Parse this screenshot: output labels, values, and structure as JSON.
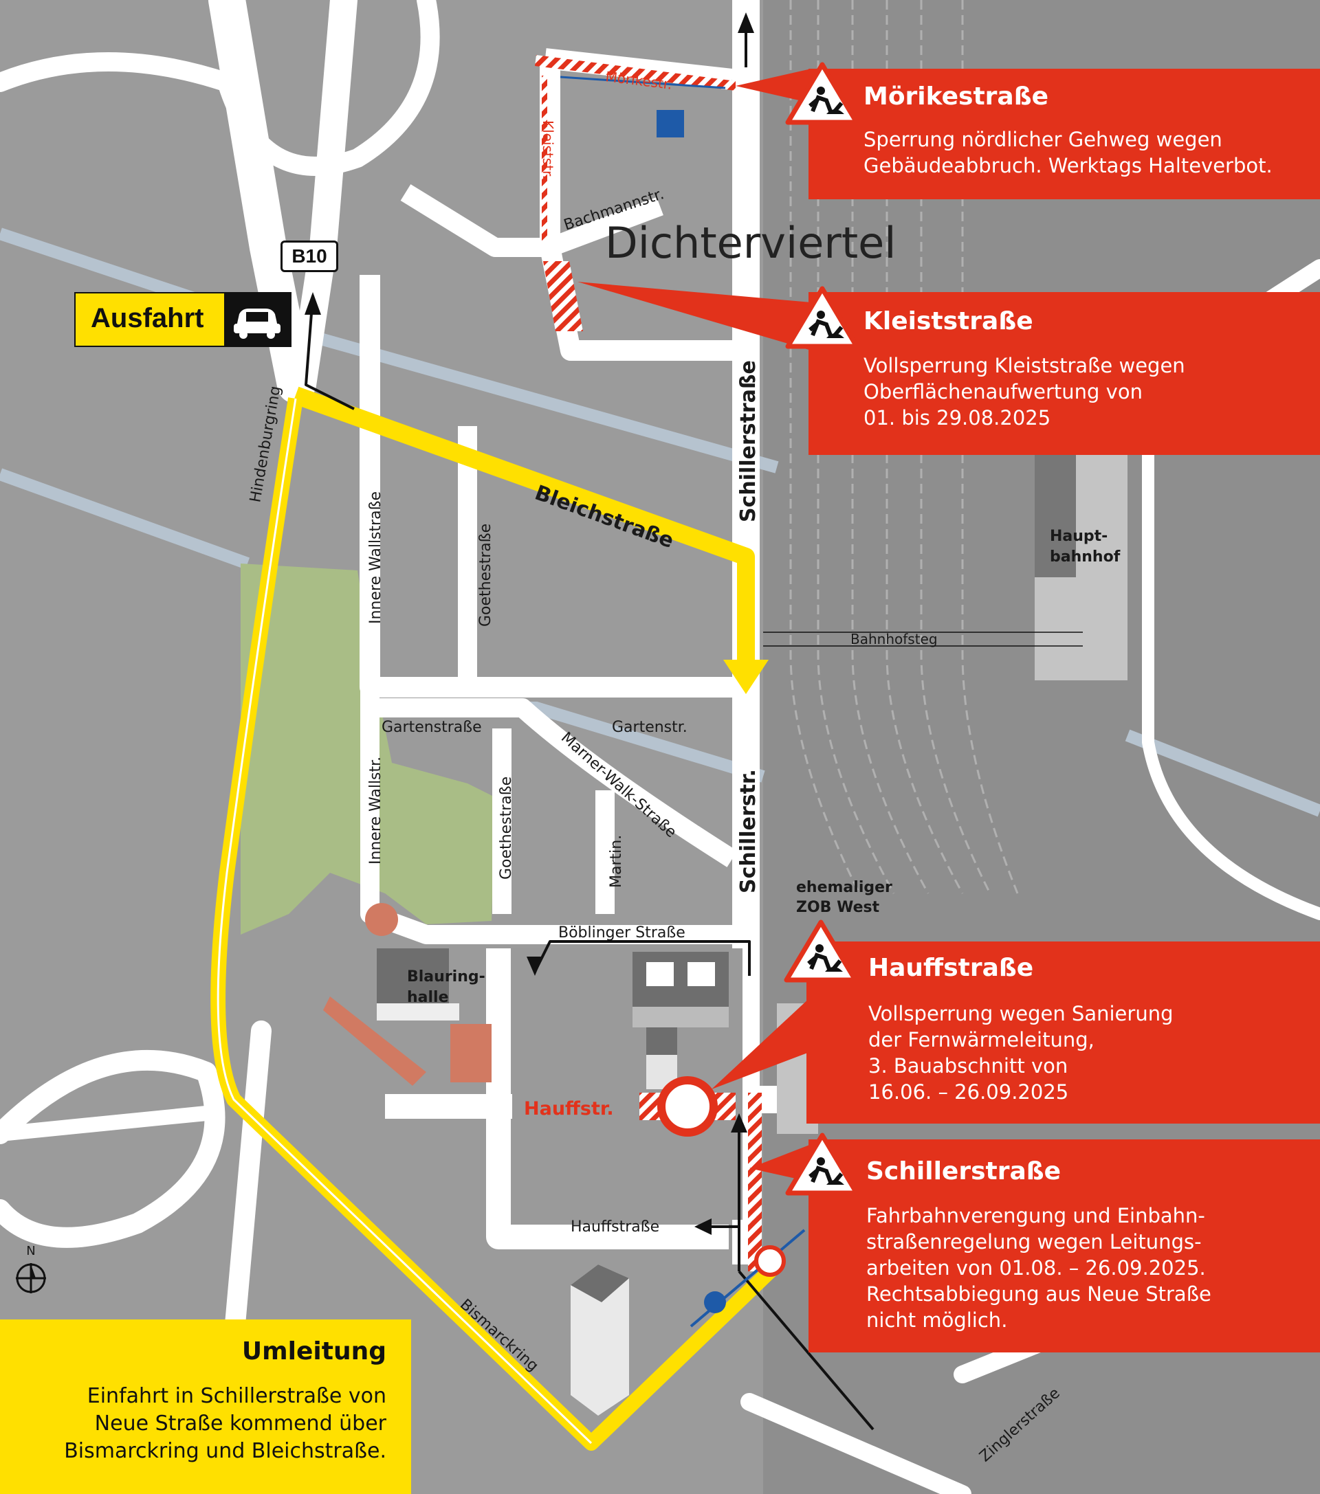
{
  "district": "Dichterviertel",
  "road_badge": "B10",
  "exit_sign": {
    "label": "Ausfahrt",
    "icon": "car-icon"
  },
  "streets": {
    "moerike": "Mörikestr.",
    "kleist": "Kleiststr.",
    "bachmann": "Bachmannstr.",
    "schiller_north": "Schillerstraße",
    "schiller_south": "Schillerstr.",
    "bleich": "Bleichstraße",
    "hindenburgring": "Hindenburgring",
    "innere_wall_1": "Innere Wallstraße",
    "goethe_1": "Goethestraße",
    "garten_1": "Gartenstraße",
    "garten_2": "Gartenstr.",
    "marner": "Marner-Walk-Straße",
    "innere_wall_2": "Innere Wallstr.",
    "goethe_2": "Goethestraße",
    "martin": "Martin.",
    "boeblinger": "Böblinger Straße",
    "hauff_closed": "Hauffstr.",
    "hauff": "Hauffstraße",
    "bismarckring": "Bismarckring",
    "zingler": "Zinglerstraße",
    "bahnhofsteg": "Bahnhofsteg"
  },
  "places": {
    "hauptbahnhof_1": "Haupt-",
    "hauptbahnhof_2": "bahnhof",
    "zob_1": "ehemaliger",
    "zob_2": "ZOB West",
    "blauring_1": "Blauring-",
    "blauring_2": "halle"
  },
  "compass": "N",
  "callouts": [
    {
      "title": "Mörikestraße",
      "text": "Sperrung nördlicher Gehweg wegen\nGebäudeabbruch. Werktags Halteverbot."
    },
    {
      "title": "Kleiststraße",
      "text": "Vollsperrung Kleiststraße wegen\nOberflächenaufwertung von\n01. bis 29.08.2025"
    },
    {
      "title": "Hauffstraße",
      "text": "Vollsperrung wegen Sanierung\nder Fernwärmeleitung,\n3. Bauabschnitt von\n16.06. – 26.09.2025"
    },
    {
      "title": "Schillerstraße",
      "text": "Fahrbahnverengung und Einbahn-\nstraßenregelung wegen Leitungs-\narbeiten von 01.08. – 26.09.2025.\nRechtsabbiegung aus Neue Straße\nnicht möglich."
    }
  ],
  "detour": {
    "title": "Umleitung",
    "text": "Einfahrt in Schillerstraße von\nNeue Straße kommend über\nBismarckring und Bleichstraße."
  },
  "colors": {
    "background": "#9b9b9b",
    "road": "#ffffff",
    "detour": "#ffe000",
    "closure": "#e2321b",
    "park": "#a9bd86",
    "water": "#b6c3cf",
    "building": "#6e6e6e"
  }
}
